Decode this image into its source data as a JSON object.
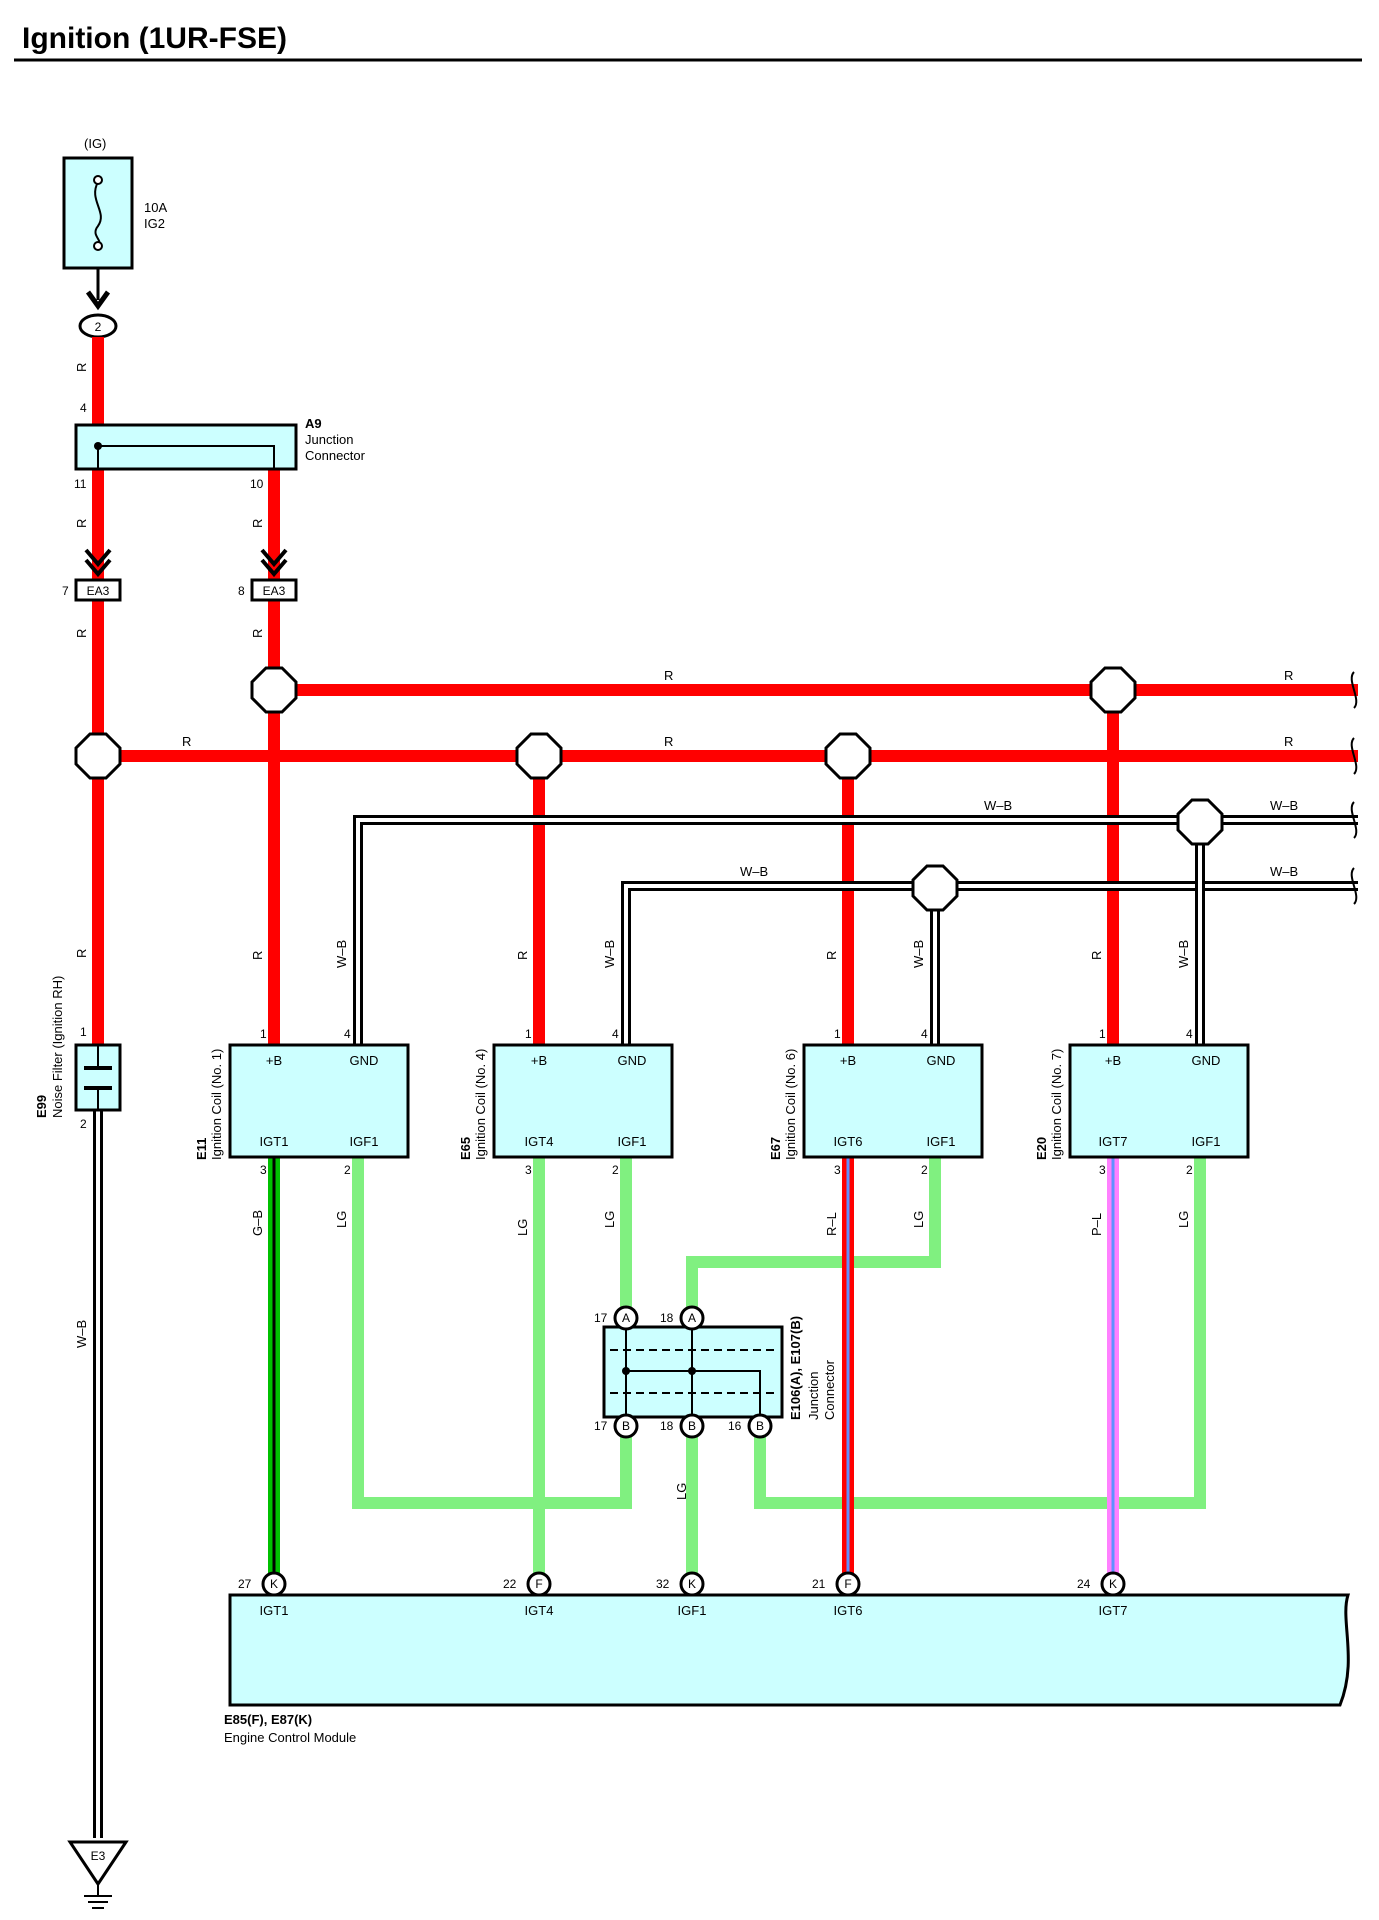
{
  "title": "Ignition (1UR-FSE)",
  "colors": {
    "R": "#ff0000",
    "LG": "#80f080",
    "G": "#00c000",
    "B": "#000000",
    "L": "#6090ff",
    "P": "#ff80ff",
    "component_fill": "#ccffff"
  },
  "fuse": {
    "supply": "(IG)",
    "rating": "10A",
    "name": "IG2",
    "pin": "2"
  },
  "a9": {
    "id": "A9",
    "name_line1": "Junction",
    "name_line2": "Connector",
    "pin_in": "4",
    "pin_out1": "11",
    "pin_out2": "10"
  },
  "ea3": {
    "name": "EA3",
    "pin_left": "7",
    "pin_right": "8"
  },
  "noise_filter": {
    "id": "E99",
    "name": "Noise Filter (Ignition RH)",
    "pin_top": "1",
    "pin_bottom": "2"
  },
  "ground": {
    "name": "E3"
  },
  "coils": [
    {
      "id": "E11",
      "name": "Ignition Coil (No. 1)",
      "b_term": "+B",
      "gnd_term": "GND",
      "igt_term": "IGT1",
      "igf_term": "IGF1",
      "pin_b": "1",
      "pin_gnd": "4",
      "pin_igt": "3",
      "pin_igf": "2",
      "wire_b": "R",
      "wire_gnd": "W–B",
      "wire_igt": "G–B",
      "wire_igf": "LG"
    },
    {
      "id": "E65",
      "name": "Ignition Coil (No. 4)",
      "b_term": "+B",
      "gnd_term": "GND",
      "igt_term": "IGT4",
      "igf_term": "IGF1",
      "pin_b": "1",
      "pin_gnd": "4",
      "pin_igt": "3",
      "pin_igf": "2",
      "wire_b": "R",
      "wire_gnd": "W–B",
      "wire_igt": "LG",
      "wire_igf": "LG"
    },
    {
      "id": "E67",
      "name": "Ignition Coil (No. 6)",
      "b_term": "+B",
      "gnd_term": "GND",
      "igt_term": "IGT6",
      "igf_term": "IGF1",
      "pin_b": "1",
      "pin_gnd": "4",
      "pin_igt": "3",
      "pin_igf": "2",
      "wire_b": "R",
      "wire_gnd": "W–B",
      "wire_igt": "R–L",
      "wire_igf": "LG"
    },
    {
      "id": "E20",
      "name": "Ignition Coil (No. 7)",
      "b_term": "+B",
      "gnd_term": "GND",
      "igt_term": "IGT7",
      "igf_term": "IGF1",
      "pin_b": "1",
      "pin_gnd": "4",
      "pin_igt": "3",
      "pin_igf": "2",
      "wire_b": "R",
      "wire_gnd": "W–B",
      "wire_igt": "P–L",
      "wire_igf": "LG"
    }
  ],
  "junction": {
    "id": "E106(A), E107(B)",
    "name_line1": "Junction",
    "name_line2": "Connector",
    "top_pins": [
      {
        "num": "17",
        "letter": "A"
      },
      {
        "num": "18",
        "letter": "A"
      }
    ],
    "bottom_pins": [
      {
        "num": "17",
        "letter": "B"
      },
      {
        "num": "18",
        "letter": "B"
      },
      {
        "num": "16",
        "letter": "B"
      }
    ]
  },
  "ecm": {
    "id": "E85(F), E87(K)",
    "name": "Engine Control Module",
    "pins": [
      {
        "num": "27",
        "letter": "K",
        "label": "IGT1"
      },
      {
        "num": "22",
        "letter": "F",
        "label": "IGT4"
      },
      {
        "num": "32",
        "letter": "K",
        "label": "IGF1"
      },
      {
        "num": "21",
        "letter": "F",
        "label": "IGT6"
      },
      {
        "num": "24",
        "letter": "K",
        "label": "IGT7"
      }
    ]
  },
  "wire_labels": {
    "red": "R",
    "wb": "W–B",
    "lg": "LG"
  }
}
